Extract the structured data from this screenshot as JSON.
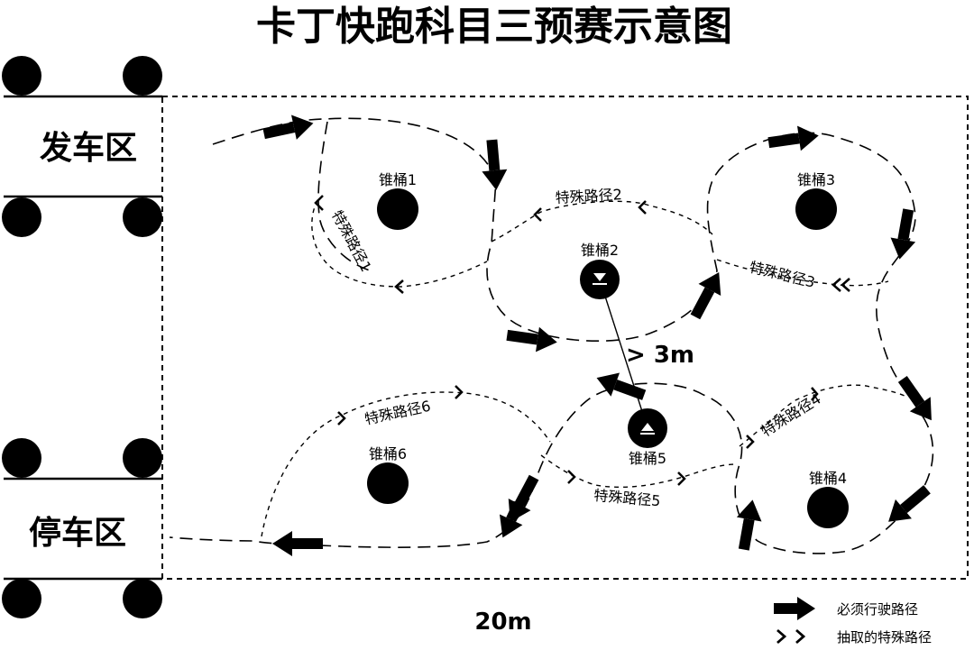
{
  "title": "卡丁快跑科目三预赛示意图",
  "zones": {
    "start": "发车区",
    "stop": "停车区"
  },
  "cones": [
    {
      "label": "锥桶1"
    },
    {
      "label": "锥桶2"
    },
    {
      "label": "锥桶3"
    },
    {
      "label": "锥桶4"
    },
    {
      "label": "锥桶5"
    },
    {
      "label": "锥桶6"
    }
  ],
  "special_paths": [
    {
      "label": "特殊路径1"
    },
    {
      "label": "特殊路径2"
    },
    {
      "label": "特殊路径3"
    },
    {
      "label": "特殊路径4"
    },
    {
      "label": "特殊路径5"
    },
    {
      "label": "特殊路径6"
    }
  ],
  "dimensions": {
    "cone_spacing": "> 3m",
    "field_width": "20m"
  },
  "legend": {
    "required_path": "必须行驶路径",
    "special_path": "抽取的特殊路径"
  },
  "colors": {
    "ink": "#000000",
    "background": "#ffffff"
  }
}
